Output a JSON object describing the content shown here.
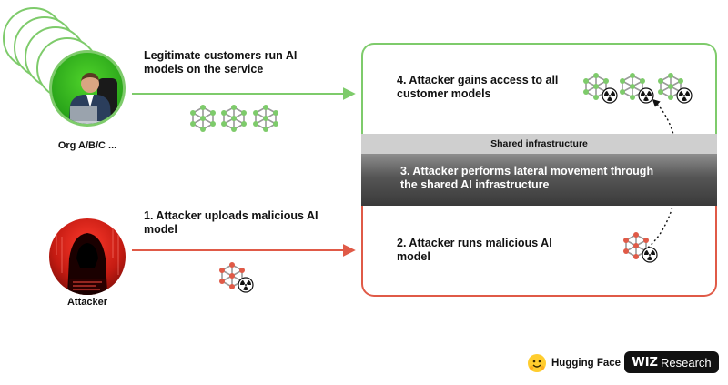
{
  "org": {
    "label": "Org A/B/C ...",
    "accent": "#7ecb6b",
    "icon": "businessman-avatar"
  },
  "attacker": {
    "label": "Attacker",
    "accent": "#e05a47",
    "icon": "hooded-hacker-avatar"
  },
  "captions": {
    "legit": "Legitimate customers run AI models on the service",
    "upload": "1. Attacker uploads malicious AI model",
    "step2": "2. Attacker runs malicious AI model",
    "step3": "3. Attacker performs lateral movement through the shared AI infrastructure",
    "step4": "4. Attacker gains access to all customer models"
  },
  "shared": {
    "label": "Shared infrastructure"
  },
  "logos": {
    "huggingface": "Hugging Face",
    "wiz_mark": "WIZ",
    "wiz_suffix": "Research"
  },
  "colors": {
    "green": "#7ecb6b",
    "red": "#e05a47",
    "node_gray": "#9a9a9a",
    "band_dark": "#3a3a3a"
  },
  "icons": {
    "model": "neural-network-model-icon",
    "malicious": "radiation-icon"
  }
}
